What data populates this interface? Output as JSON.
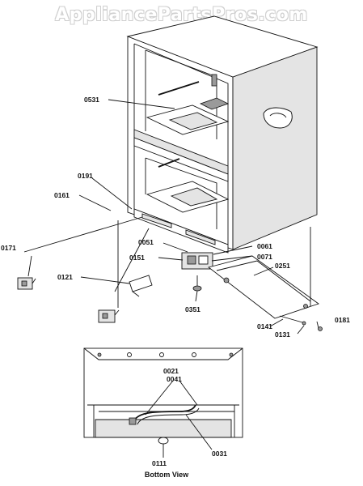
{
  "watermark": "AppliancePartsPros.com",
  "bottom_view_caption": "Bottom View",
  "callouts": {
    "c0531": "0531",
    "c0191": "0191",
    "c0161": "0161",
    "c0171": "0171",
    "c0051": "0051",
    "c0061": "0061",
    "c0151": "0151",
    "c0071": "0071",
    "c0251": "0251",
    "c0121": "0121",
    "c0351": "0351",
    "c0141": "0141",
    "c0181": "0181",
    "c0131": "0131",
    "c0021": "0021",
    "c0041": "0041",
    "c0031": "0031",
    "c0111": "0111"
  }
}
